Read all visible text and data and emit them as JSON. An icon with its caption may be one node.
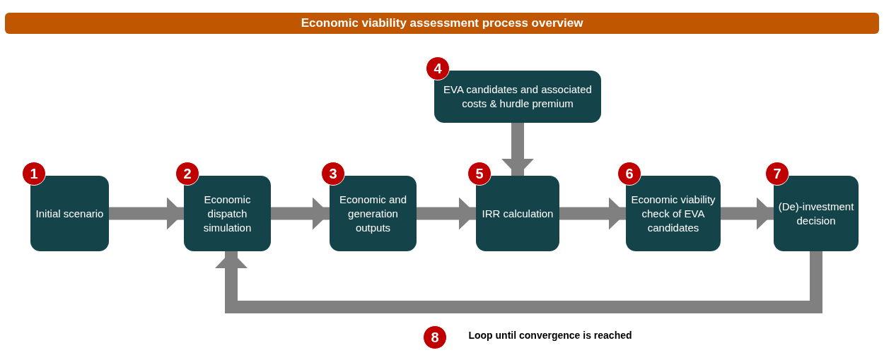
{
  "diagram": {
    "title": "Economic viability assessment process overview",
    "nodes": [
      {
        "text": [
          "Initial scenario"
        ],
        "beside": [
          "1"
        ]
      },
      {
        "text": [
          "Economic dispatch simulation"
        ],
        "beside": [
          "2"
        ]
      },
      {
        "text": [
          "Economic and generation outputs"
        ],
        "beside": [
          "3"
        ]
      },
      {
        "text": [
          "EVA candidates and associated costs & hurdle premium"
        ],
        "beside": [
          "4"
        ]
      },
      {
        "text": [
          "IRR calculation"
        ],
        "beside": [
          "5"
        ]
      },
      {
        "text": [
          "Economic viability check of EVA candidates"
        ],
        "beside": [
          "6"
        ]
      },
      {
        "text": [
          "(De)-investment decision"
        ],
        "beside": [
          "7"
        ]
      }
    ],
    "edges": [
      {
        "from": 0,
        "to": 1,
        "arrow": "to"
      },
      {
        "from": 1,
        "to": 2,
        "arrow": "to"
      },
      {
        "from": 2,
        "to": 4,
        "arrow": "to"
      },
      {
        "from": 3,
        "to": 4,
        "arrow": "to"
      },
      {
        "from": 4,
        "to": 5,
        "arrow": "to"
      },
      {
        "from": 5,
        "to": 6,
        "arrow": "to"
      },
      {
        "from": 6,
        "to": 1,
        "arrow": "to"
      }
    ],
    "labels": [
      "8",
      "Loop until convergence is reached"
    ]
  }
}
